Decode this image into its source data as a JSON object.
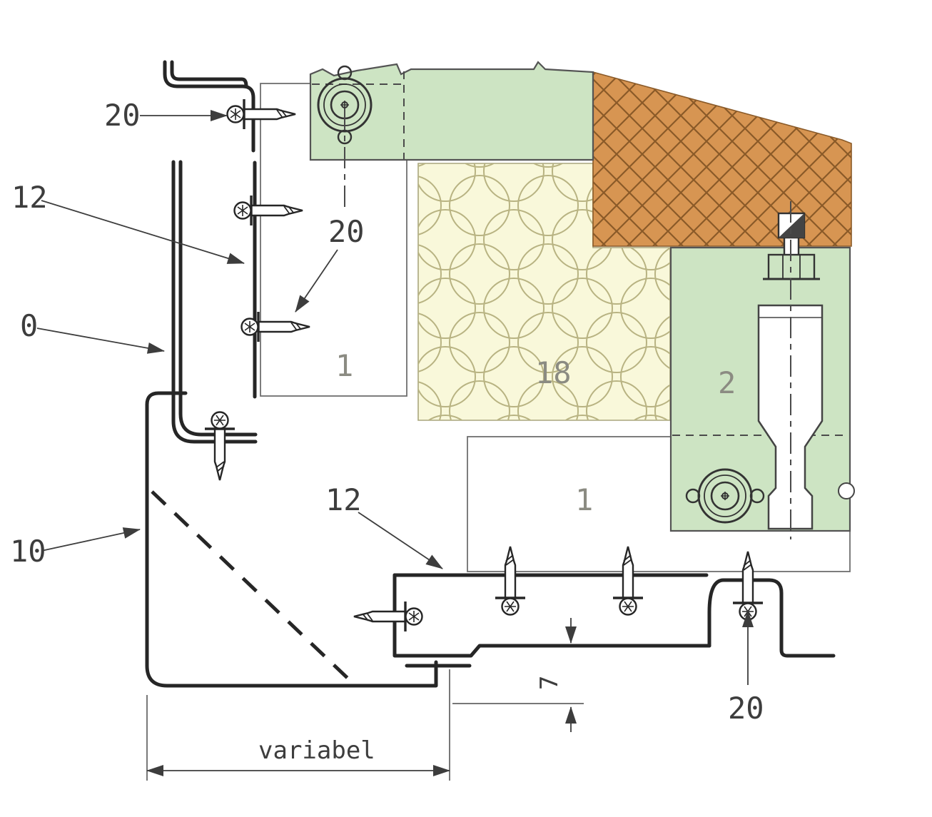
{
  "drawing": {
    "type": "construction-detail-section",
    "dimension_note": "variabel"
  },
  "colors": {
    "green": "#cde4c3",
    "grey": "#d9d9d9",
    "insulation": "#f9f8da",
    "insulation_stroke": "#b8b382",
    "masonry": "#d79552",
    "masonry_hatch": "#8a5a28",
    "line": "#262626",
    "white": "#ffffff"
  },
  "labels": {
    "screw_top": "20",
    "sheet_upper": "12",
    "profile_frame": "0",
    "profile_sill": "10",
    "screw_upper_mid": "20",
    "plate_upper": "1",
    "insulation": "18",
    "bracket": "2",
    "plate_lower": "1",
    "sheet_lower": "12",
    "screw_lower": "20",
    "dim_gap": "7",
    "dim_width": "variabel"
  }
}
